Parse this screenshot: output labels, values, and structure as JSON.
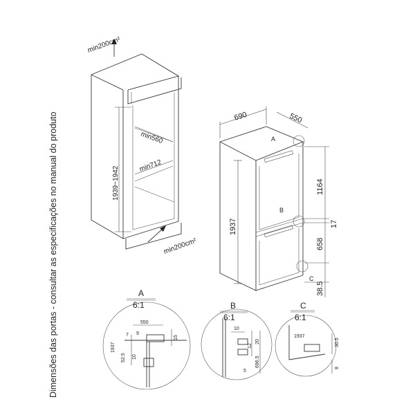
{
  "side_note": "Dimensões das portas - consultar as especificações no manual do produto",
  "cabinet": {
    "vent_top": "min200cm²",
    "vent_bottom": "min200cm²",
    "height_range": "1939~1942",
    "depth_min": "min560",
    "width_min": "min712"
  },
  "fridge": {
    "width": "690",
    "depth": "550",
    "height": "1937",
    "upper_door": "1164",
    "gap": "17",
    "lower_door": "658",
    "bottom": "38.5",
    "callouts": [
      "A",
      "B",
      "C"
    ]
  },
  "details": {
    "A": {
      "title": "A",
      "scale": "6:1",
      "dims": [
        "550",
        "7",
        "9",
        "15",
        "1937",
        "52.5",
        "10"
      ]
    },
    "B": {
      "title": "B",
      "scale": "6:1",
      "dims": [
        "10",
        "12",
        "20",
        "696.5",
        "5"
      ]
    },
    "C": {
      "title": "C",
      "scale": "6:1",
      "dims": [
        "1937",
        "30.5",
        "8"
      ]
    }
  }
}
